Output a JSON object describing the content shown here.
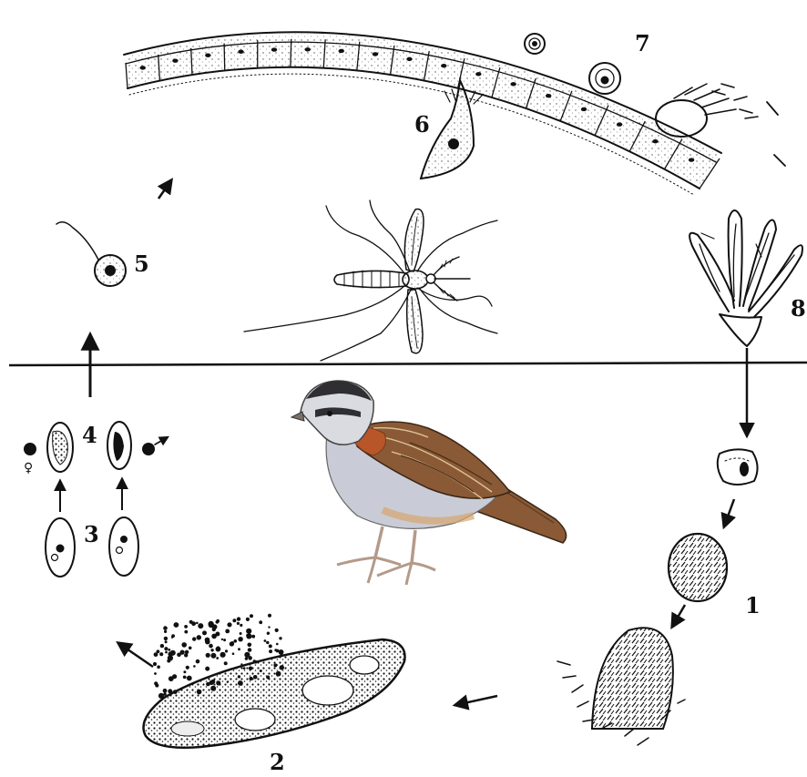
{
  "labels": {
    "stage_1": "1",
    "stage_2": "2",
    "stage_3": "3",
    "stage_4": "4",
    "stage_5": "5",
    "stage_6": "6",
    "stage_7": "7",
    "stage_8": "8"
  },
  "symbols": {
    "female": "♀",
    "male": "♂"
  },
  "colors": {
    "ink": "#111111",
    "bird_rufous": "#b8562a",
    "bird_brown": "#8a5a36",
    "bird_grey": "#c9ccd6",
    "bird_legs": "#b49a8a"
  },
  "icons": [
    "mosquito-icon",
    "bird-icon"
  ]
}
